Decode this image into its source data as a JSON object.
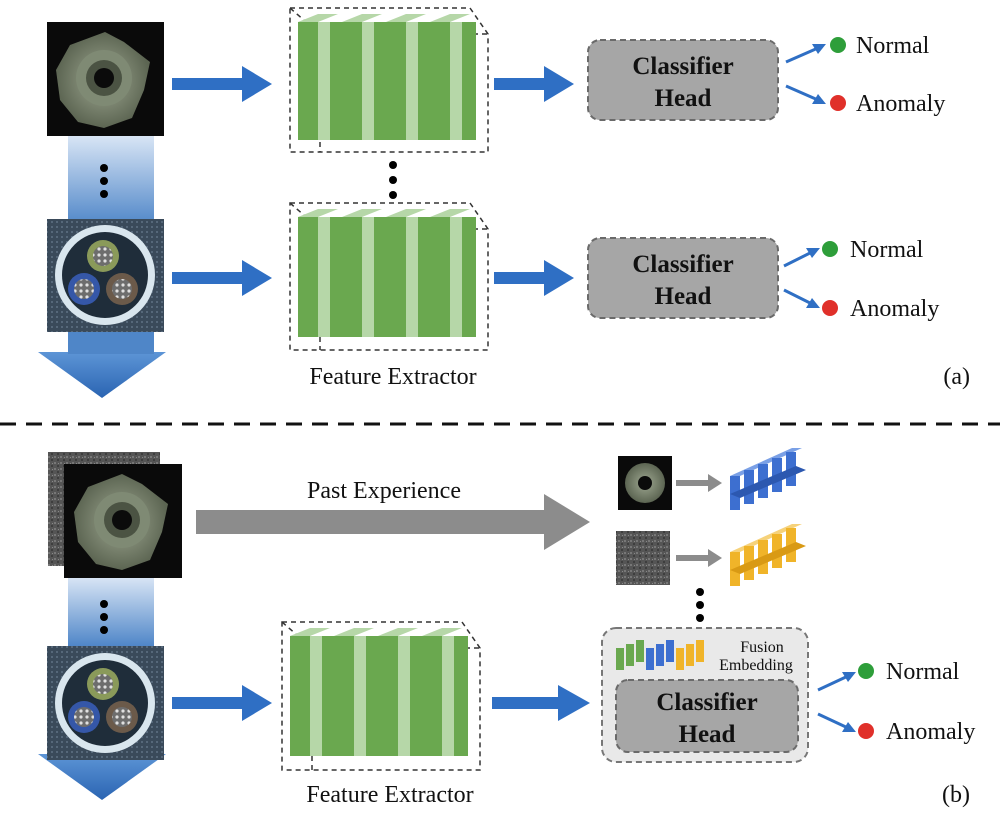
{
  "panel_a": {
    "feature_extractor_label": "Feature Extractor",
    "panel_tag": "(a)",
    "rows": [
      {
        "head_line1": "Classifier",
        "head_line2": "Head",
        "normal": "Normal",
        "anomaly": "Anomaly"
      },
      {
        "head_line1": "Classifier",
        "head_line2": "Head",
        "normal": "Normal",
        "anomaly": "Anomaly"
      }
    ]
  },
  "panel_b": {
    "past_experience_label": "Past Experience",
    "feature_extractor_label": "Feature Extractor",
    "fusion_label_line1": "Fusion",
    "fusion_label_line2": "Embedding",
    "head_line1": "Classifier",
    "head_line2": "Head",
    "normal": "Normal",
    "anomaly": "Anomaly",
    "panel_tag": "(b)"
  },
  "colors": {
    "arrow_blue": "#2f6fc4",
    "feature_green": "#6aa84f",
    "feature_green_light": "#b6d7a8",
    "classifier_gray": "#a6a6a6",
    "gray_arrow": "#8c8c8c",
    "normal_dot": "#2e9e3a",
    "anomaly_dot": "#e0302a",
    "embed_blue": "#3d6fd0",
    "embed_yellow": "#f0b429"
  },
  "icons": [
    "metal-nut-image",
    "cable-image",
    "texture-image",
    "ellipsis-dots",
    "down-progress-arrow"
  ]
}
